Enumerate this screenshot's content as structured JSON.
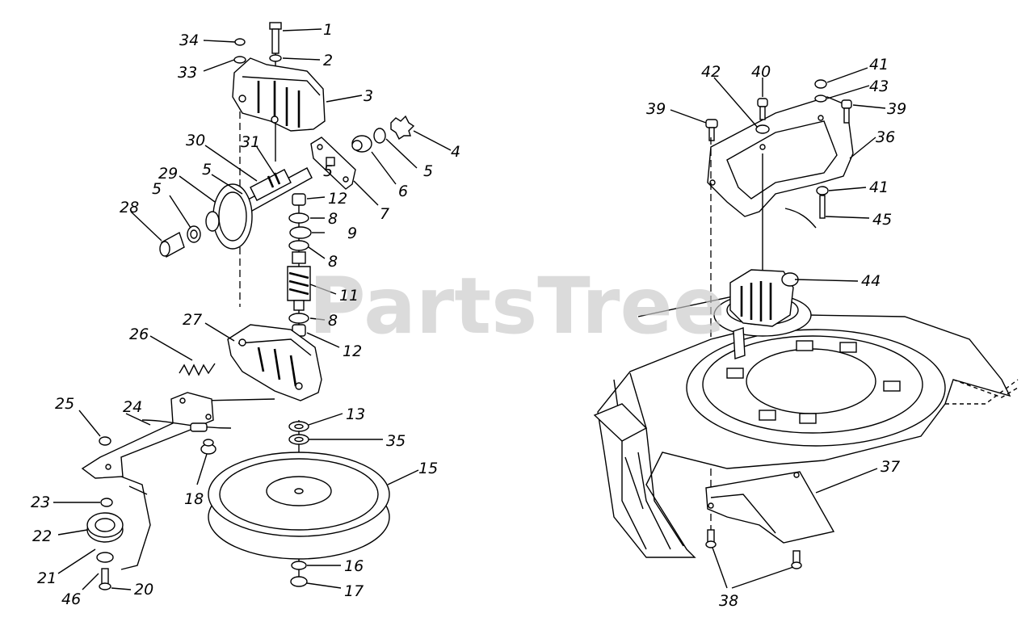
{
  "watermark": "PartsTree",
  "callouts": [
    "1",
    "2",
    "3",
    "4",
    "5",
    "5",
    "5",
    "5",
    "6",
    "7",
    "8",
    "8",
    "8",
    "9",
    "11",
    "12",
    "12",
    "13",
    "15",
    "16",
    "17",
    "18",
    "20",
    "21",
    "22",
    "23",
    "24",
    "25",
    "26",
    "27",
    "28",
    "29",
    "30",
    "31",
    "33",
    "34",
    "35",
    "36",
    "37",
    "38",
    "39",
    "39",
    "40",
    "41",
    "41",
    "42",
    "43",
    "44",
    "45",
    "46"
  ]
}
